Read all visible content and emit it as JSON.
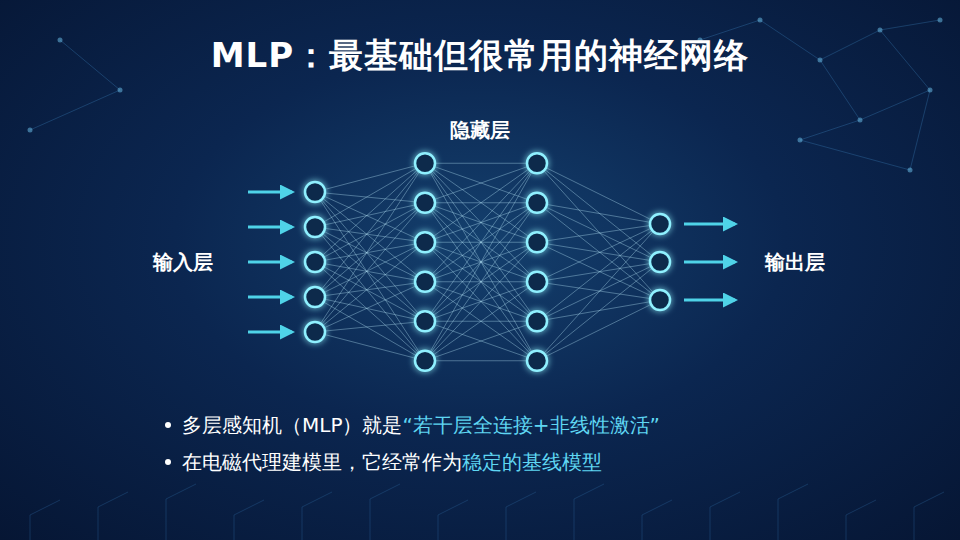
{
  "diagram": {
    "title": "MLP：最基础但很常用的神经网络",
    "labels": [
      "隐藏层",
      "输入层",
      "输出层",
      "多层感知机（MLP）就是",
      "“若干层全连接+非线性激活”",
      "在电磁代理建模里，它经常作为",
      "稳定的基线模型"
    ]
  }
}
